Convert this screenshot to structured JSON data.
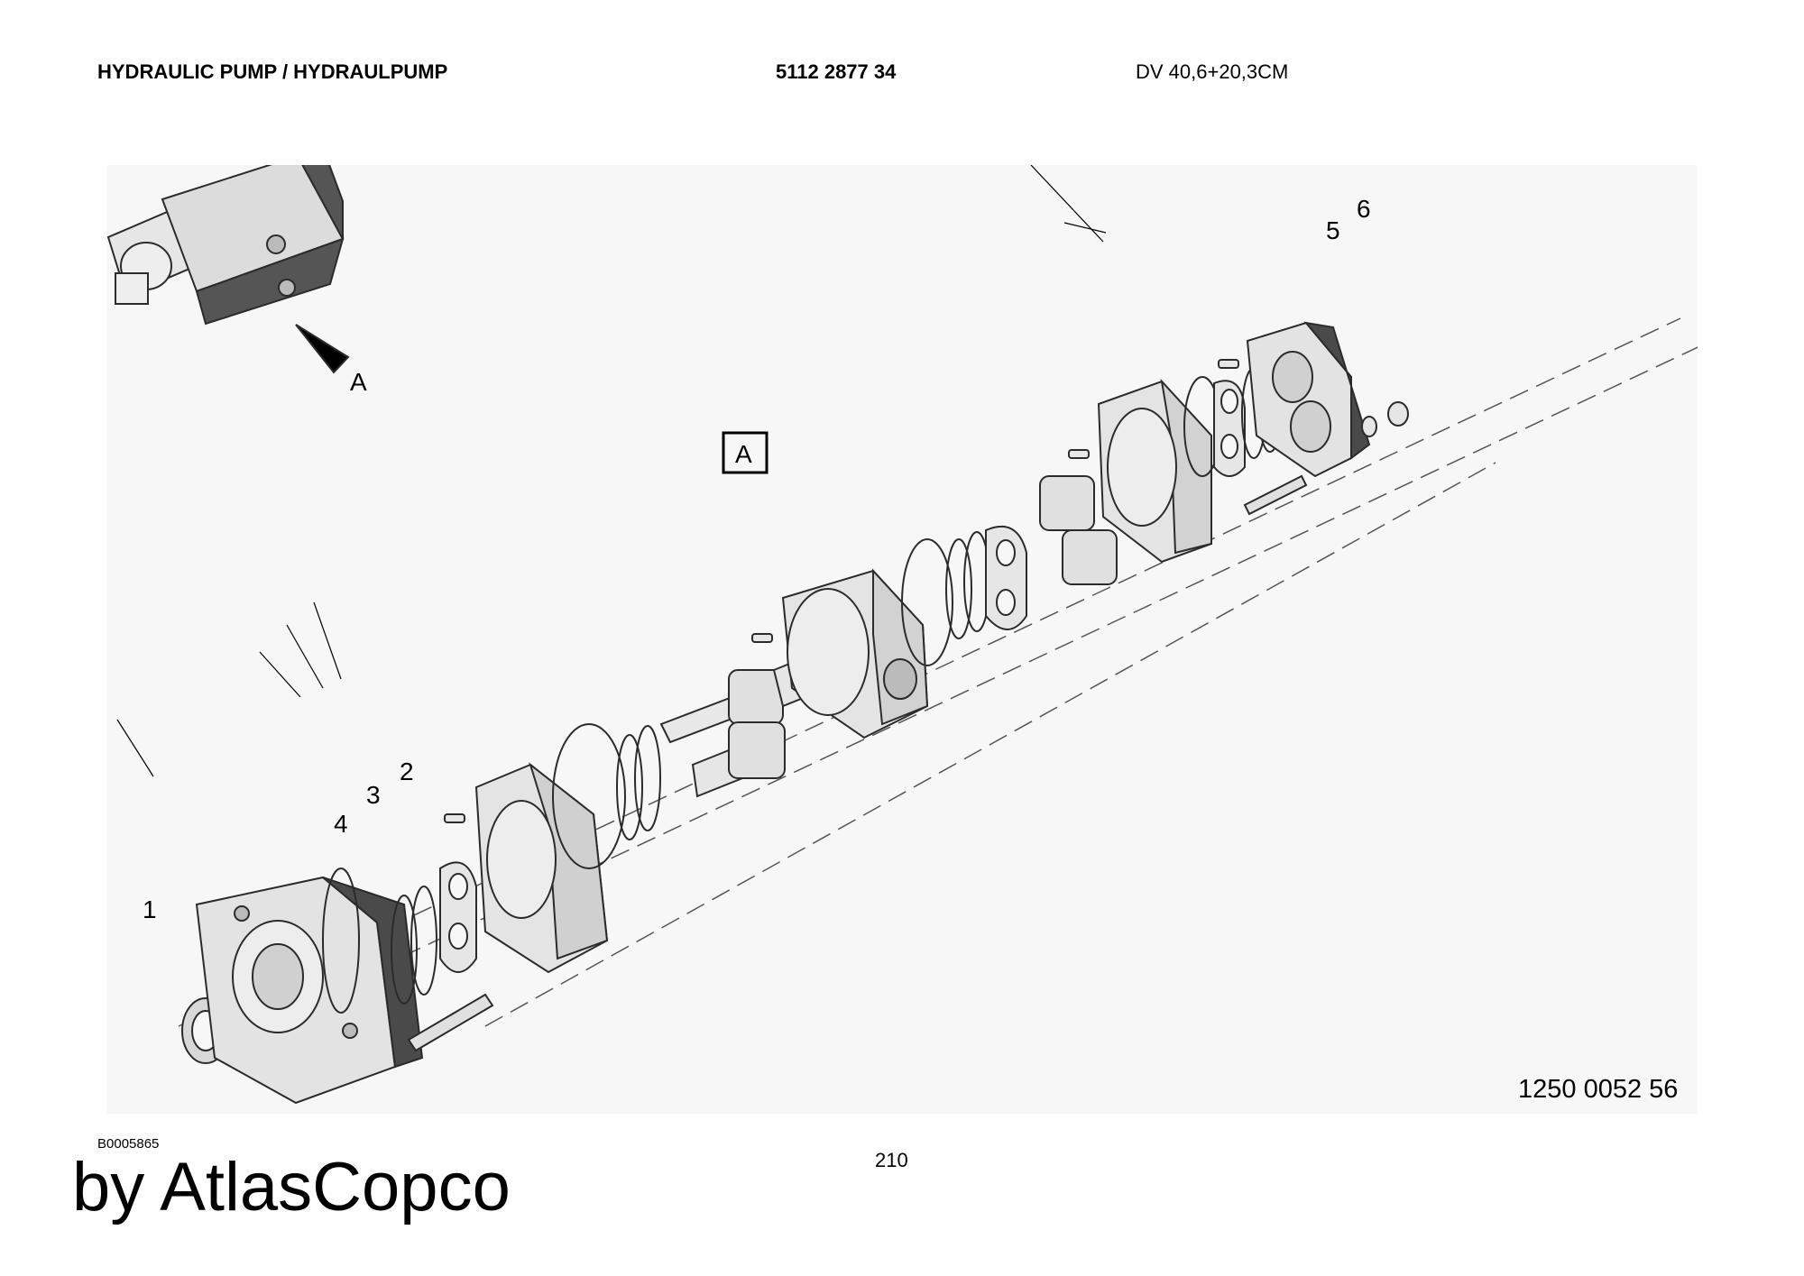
{
  "header": {
    "title": "HYDRAULIC PUMP / HYDRAULPUMP",
    "part_number": "5112 2877 34",
    "model": "DV 40,6+20,3CM"
  },
  "diagram": {
    "view_label": "A",
    "view_box_label": "A",
    "callouts": [
      "1",
      "2",
      "3",
      "4",
      "5",
      "6"
    ],
    "drawing_number": "1250 0052 56",
    "image_code": "B0005865"
  },
  "footer": {
    "page_number": "210",
    "brand": "by AtlasCopco"
  }
}
